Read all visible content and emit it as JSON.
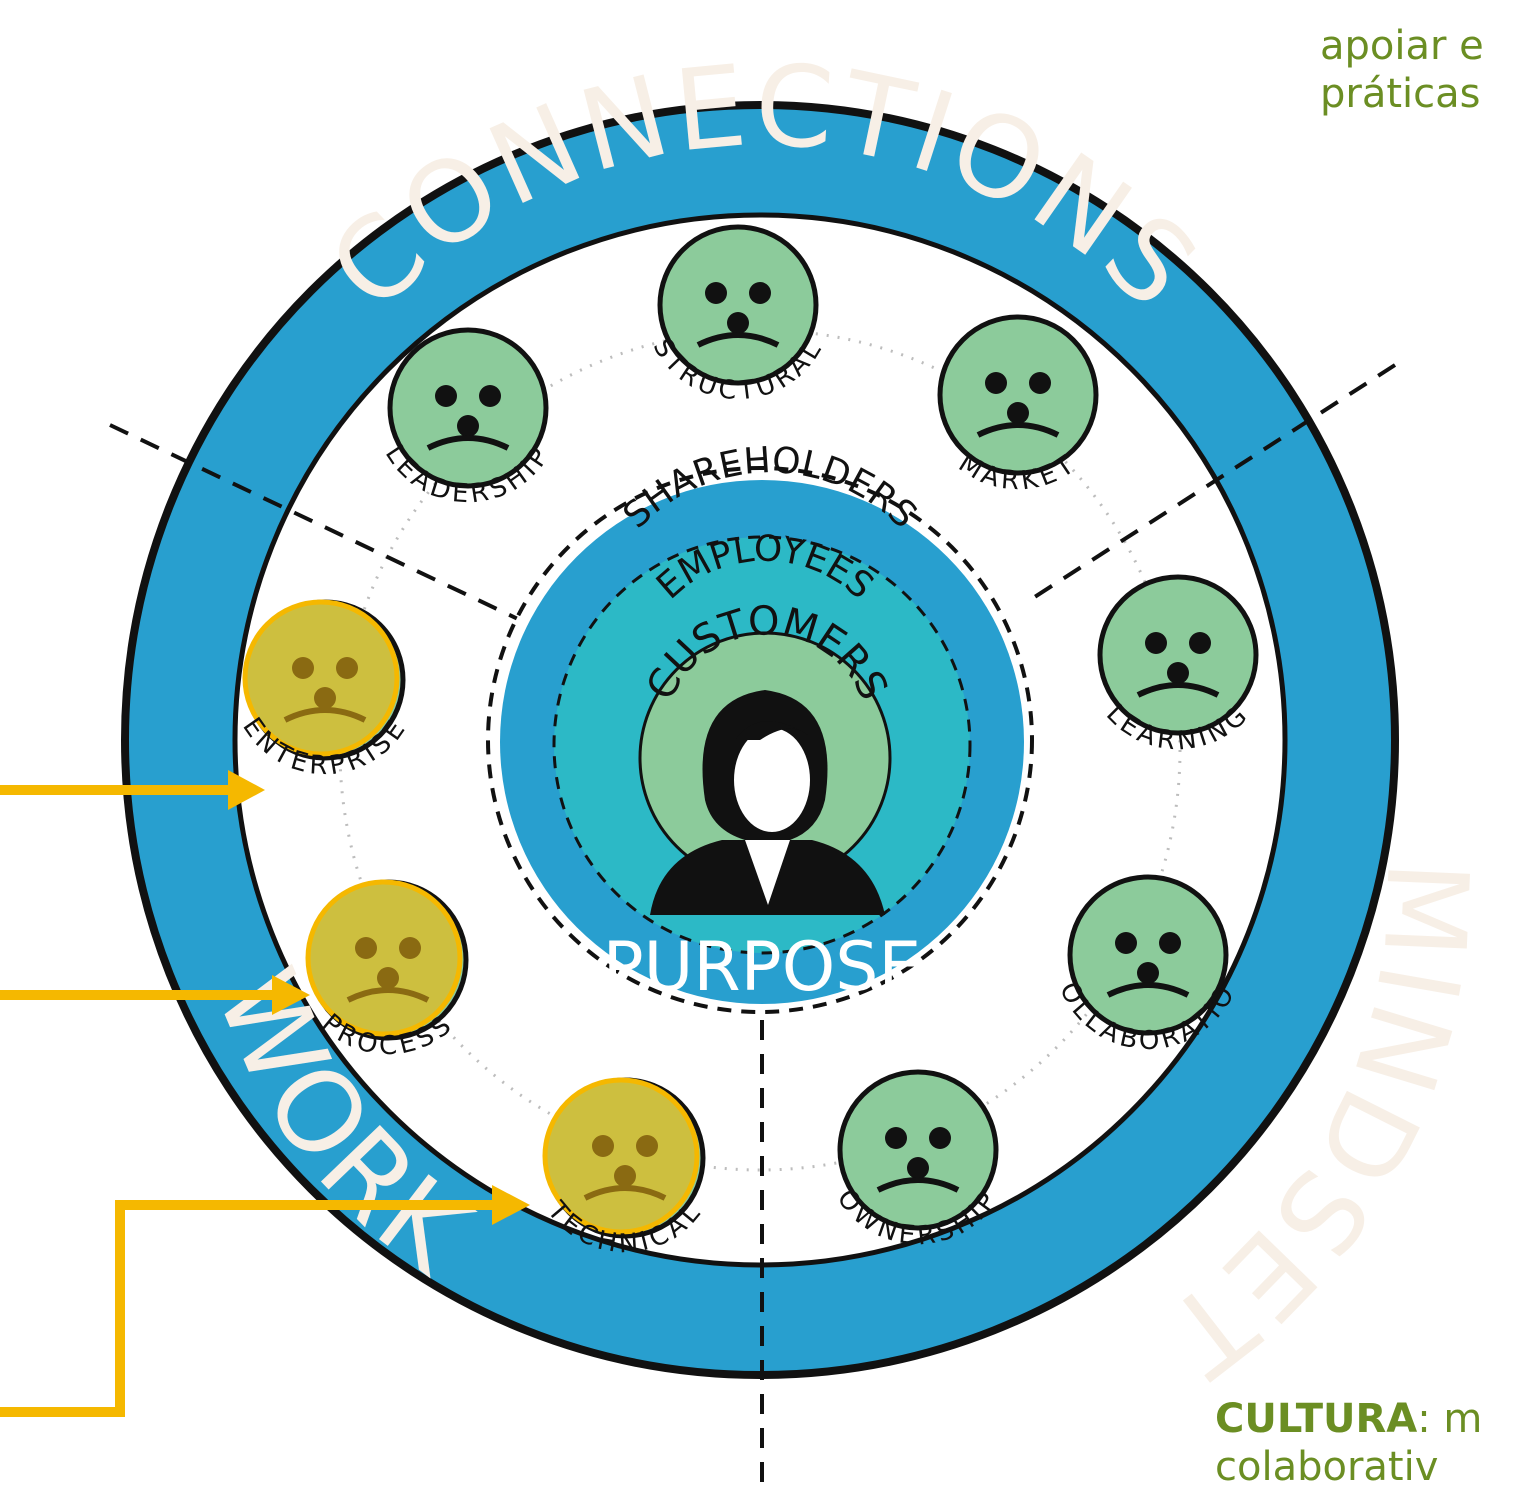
{
  "ring_labels": {
    "top": "CONNECTIONS",
    "left": "WORK",
    "right": "MINDSET"
  },
  "layers": {
    "outer": "SHAREHOLDERS",
    "middle": "EMPLOYEES",
    "inner": "CUSTOMERS"
  },
  "center_label": "PURPOSE",
  "nodes": [
    {
      "id": "structural",
      "label": "STRUCTURAL",
      "icon": "org-structure-icon",
      "highlighted": false
    },
    {
      "id": "leadership",
      "label": "LEADERSHIP",
      "icon": "hand-holding-people-icon",
      "highlighted": false
    },
    {
      "id": "market",
      "label": "MARKET",
      "icon": "market-trend-icon",
      "highlighted": false
    },
    {
      "id": "learning",
      "label": "LEARNING",
      "icon": "open-book-icon",
      "highlighted": false
    },
    {
      "id": "collaboration",
      "label": "COLLABORATION",
      "icon": "team-table-icon",
      "highlighted": false
    },
    {
      "id": "ownership",
      "label": "OWNERSHIP",
      "icon": "hands-cube-icon",
      "highlighted": false
    },
    {
      "id": "technical",
      "label": "TECHNICAL",
      "icon": "cube-cycle-icon",
      "highlighted": true
    },
    {
      "id": "process",
      "label": "PROCESS",
      "icon": "process-trend-icon",
      "highlighted": true
    },
    {
      "id": "enterprise",
      "label": "ENTERPRISE",
      "icon": "building-icon",
      "highlighted": true
    }
  ],
  "side_text": {
    "top_line1": "apoiar e",
    "top_line2": "práticas",
    "bottom_bold": "CULTURA",
    "bottom_rest": ": m",
    "bottom_line2": "colaborativ"
  },
  "colors": {
    "ring": "#289fcf",
    "node_fill": "#8ccb9b",
    "highlight_fill": "#cdbf3f",
    "highlight_ring": "#f5b800",
    "arrow": "#f5b800",
    "inner_teal": "#2cb9c6",
    "side_text": "#6b8e23"
  }
}
